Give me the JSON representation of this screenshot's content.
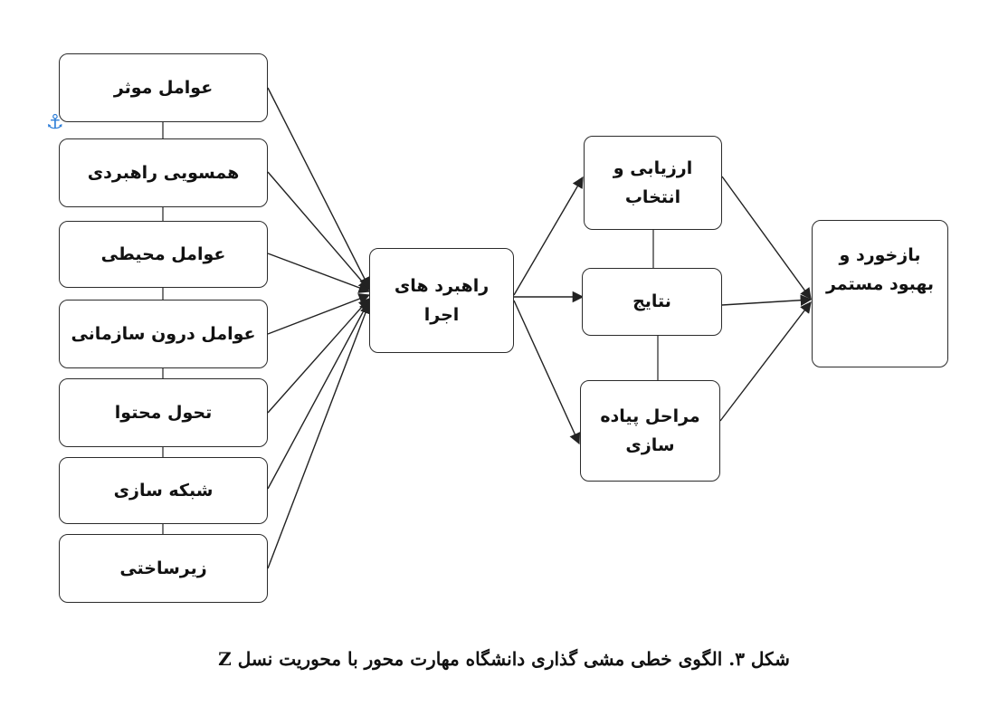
{
  "factors": [
    "عوامل موثر",
    "همسویی راهبردی",
    "عوامل محیطی",
    "عوامل درون سازمانی",
    "تحول محتوا",
    "شبکه سازی",
    "زیرساختی"
  ],
  "strategies": "راهبرد های\nاجرا",
  "evaluation": "ارزیابی و\nانتخاب",
  "results": "نتایج",
  "implementation": "مراحل پیاده\nسازی",
  "feedback": "بازخورد و\nبهبود مستمر",
  "anchor_icon": "⚓",
  "caption": "شکل ۳. الگوی خطی مشی گذاری دانشگاه مهارت محور با محوریت نسل Z"
}
